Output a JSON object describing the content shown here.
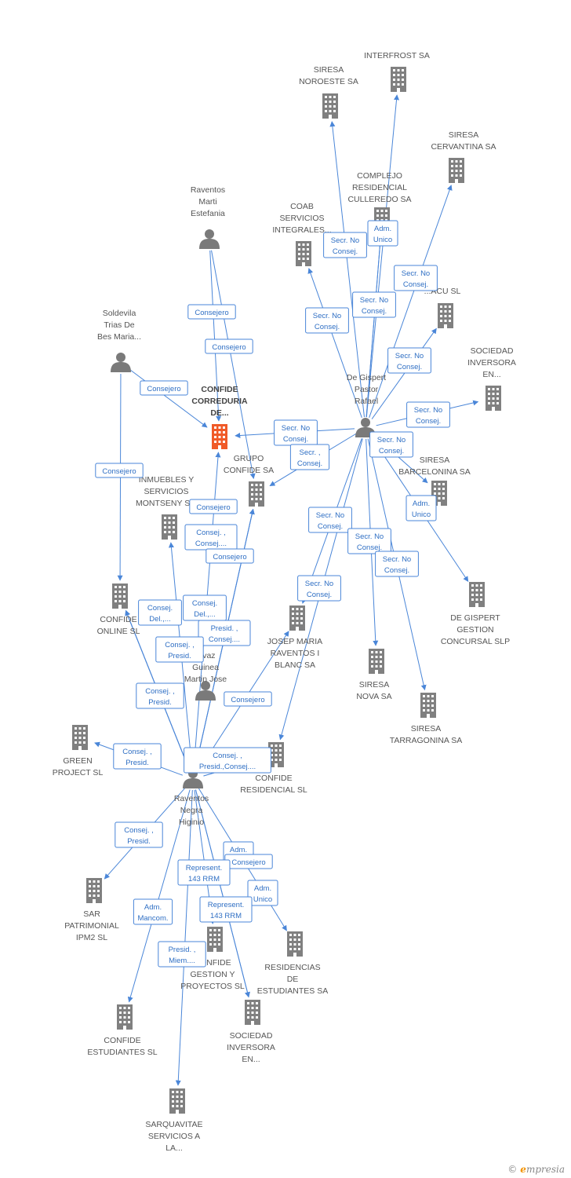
{
  "colors": {
    "edge": "#4a86d8",
    "company": "#808080",
    "main": "#f05a28",
    "person": "#7a7a7a"
  },
  "nodes": [
    {
      "id": "main",
      "type": "main",
      "label": [
        "CONFIDE",
        "CORREDURIA",
        "DE..."
      ]
    },
    {
      "id": "raventos_marti",
      "type": "person",
      "label": [
        "Raventos",
        "Marti",
        "Estefania"
      ]
    },
    {
      "id": "soldevila",
      "type": "person",
      "label": [
        "Soldevila",
        "Trias De",
        "Bes Maria..."
      ]
    },
    {
      "id": "gispert",
      "type": "person",
      "label": [
        "De Gispert",
        "Pastor",
        "Rafael"
      ]
    },
    {
      "id": "raventos_negra",
      "type": "person",
      "label": [
        "Raventos",
        "Negra",
        "Higinio"
      ]
    },
    {
      "id": "martin",
      "type": "person",
      "label": [
        "...vaz",
        "Guinea",
        "Martin Jose"
      ]
    },
    {
      "id": "interfrost",
      "type": "company",
      "label": [
        "INTERFROST SA"
      ]
    },
    {
      "id": "siresa_noroeste",
      "type": "company",
      "label": [
        "SIRESA",
        "NOROESTE SA"
      ]
    },
    {
      "id": "siresa_cervantina",
      "type": "company",
      "label": [
        "SIRESA",
        "CERVANTINA SA"
      ]
    },
    {
      "id": "complejo",
      "type": "company",
      "label": [
        "COMPLEJO",
        "RESIDENCIAL",
        "CULLEREDO SA"
      ]
    },
    {
      "id": "coab",
      "type": "company",
      "label": [
        "COAB",
        "SERVICIOS",
        "INTEGRALES..."
      ]
    },
    {
      "id": "sacu",
      "type": "company",
      "label": [
        "...ACU SL"
      ]
    },
    {
      "id": "sociedad_inv1",
      "type": "company",
      "label": [
        "SOCIEDAD",
        "INVERSORA",
        "EN..."
      ]
    },
    {
      "id": "grupo_confide",
      "type": "company",
      "label": [
        "GRUPO",
        "CONFIDE SA"
      ]
    },
    {
      "id": "inmuebles",
      "type": "company",
      "label": [
        "INMUEBLES Y",
        "SERVICIOS",
        "MONTSENY S..."
      ]
    },
    {
      "id": "siresa_barcelonina",
      "type": "company",
      "label": [
        "SIRESA",
        "BARCELONINA SA"
      ]
    },
    {
      "id": "confide_online",
      "type": "company",
      "label": [
        "CONFIDE",
        "ONLINE SL"
      ]
    },
    {
      "id": "gispert_gestion",
      "type": "company",
      "label": [
        "DE GISPERT",
        "GESTION",
        "CONCURSAL SLP"
      ]
    },
    {
      "id": "josep_maria",
      "type": "company",
      "label": [
        "JOSEP MARIA",
        "RAVENTOS I",
        "BLANC SA"
      ]
    },
    {
      "id": "siresa_nova",
      "type": "company",
      "label": [
        "SIRESA",
        "NOVA SA"
      ]
    },
    {
      "id": "siresa_tarragonina",
      "type": "company",
      "label": [
        "SIRESA",
        "TARRAGONINA SA"
      ]
    },
    {
      "id": "green",
      "type": "company",
      "label": [
        "GREEN",
        "PROJECT  SL"
      ]
    },
    {
      "id": "confide_residencial",
      "type": "company",
      "label": [
        "CONFIDE",
        "RESIDENCIAL SL"
      ]
    },
    {
      "id": "sar",
      "type": "company",
      "label": [
        "SAR",
        "PATRIMONIAL",
        "IPM2 SL"
      ]
    },
    {
      "id": "confide_gestion",
      "type": "company",
      "label": [
        "CONFIDE",
        "GESTION Y",
        "PROYECTOS SL"
      ]
    },
    {
      "id": "residencias",
      "type": "company",
      "label": [
        "RESIDENCIAS",
        "DE",
        "ESTUDIANTES SA"
      ]
    },
    {
      "id": "confide_estudiantes",
      "type": "company",
      "label": [
        "CONFIDE",
        "ESTUDIANTES SL"
      ]
    },
    {
      "id": "sociedad_inv2",
      "type": "company",
      "label": [
        "SOCIEDAD",
        "INVERSORA",
        "EN..."
      ]
    },
    {
      "id": "sarquavitae",
      "type": "company",
      "label": [
        "SARQUAVITAE",
        "SERVICIOS A",
        "LA..."
      ]
    }
  ],
  "edge_labels": [
    [
      "Secr. No",
      "Consej."
    ],
    [
      "Adm.",
      "Unico"
    ],
    [
      "Secr. No",
      "Consej."
    ],
    [
      "Secr. No",
      "Consej."
    ],
    [
      "Secr. No",
      "Consej."
    ],
    [
      "Secr. No",
      "Consej."
    ],
    [
      "Secr. No",
      "Consej."
    ],
    [
      "Consejero"
    ],
    [
      "Consejero"
    ],
    [
      "Consejero"
    ],
    [
      "Consejero"
    ],
    [
      "Secr. No",
      "Consej."
    ],
    [
      "Secr. ,",
      "Consej."
    ],
    [
      "Secr. No",
      "Consej."
    ],
    [
      "Adm.",
      "Unico"
    ],
    [
      "Consejero"
    ],
    [
      "Consej. ,",
      "Consej...."
    ],
    [
      "Consejero"
    ],
    [
      "Secr. No",
      "Consej."
    ],
    [
      "Secr. No",
      "Consej."
    ],
    [
      "Secr. No",
      "Consej."
    ],
    [
      "Secr. No",
      "Consej."
    ],
    [
      "Consej.",
      "Del.,..."
    ],
    [
      "Consej.",
      "Del.,..."
    ],
    [
      "Presid. ,",
      "Consej...."
    ],
    [
      "Consej. ,",
      "Presid."
    ],
    [
      "Consej. ,",
      "Presid."
    ],
    [
      "Consejero"
    ],
    [
      "Consej. ,",
      "Presid."
    ],
    [
      "Consej. ,",
      "Presid.,Consej...."
    ],
    [
      "Consej. ,",
      "Presid."
    ],
    [
      "Adm.",
      "Unico"
    ],
    [
      "Consejero"
    ],
    [
      "Represent.",
      "143 RRM"
    ],
    [
      "Adm.",
      "Unico"
    ],
    [
      "Adm.",
      "Mancom."
    ],
    [
      "Represent.",
      "143 RRM"
    ],
    [
      "Presid. ,",
      "Miem...."
    ]
  ],
  "brand": {
    "copyright": "©",
    "name_initial": "e",
    "name_rest": "mpresia"
  }
}
